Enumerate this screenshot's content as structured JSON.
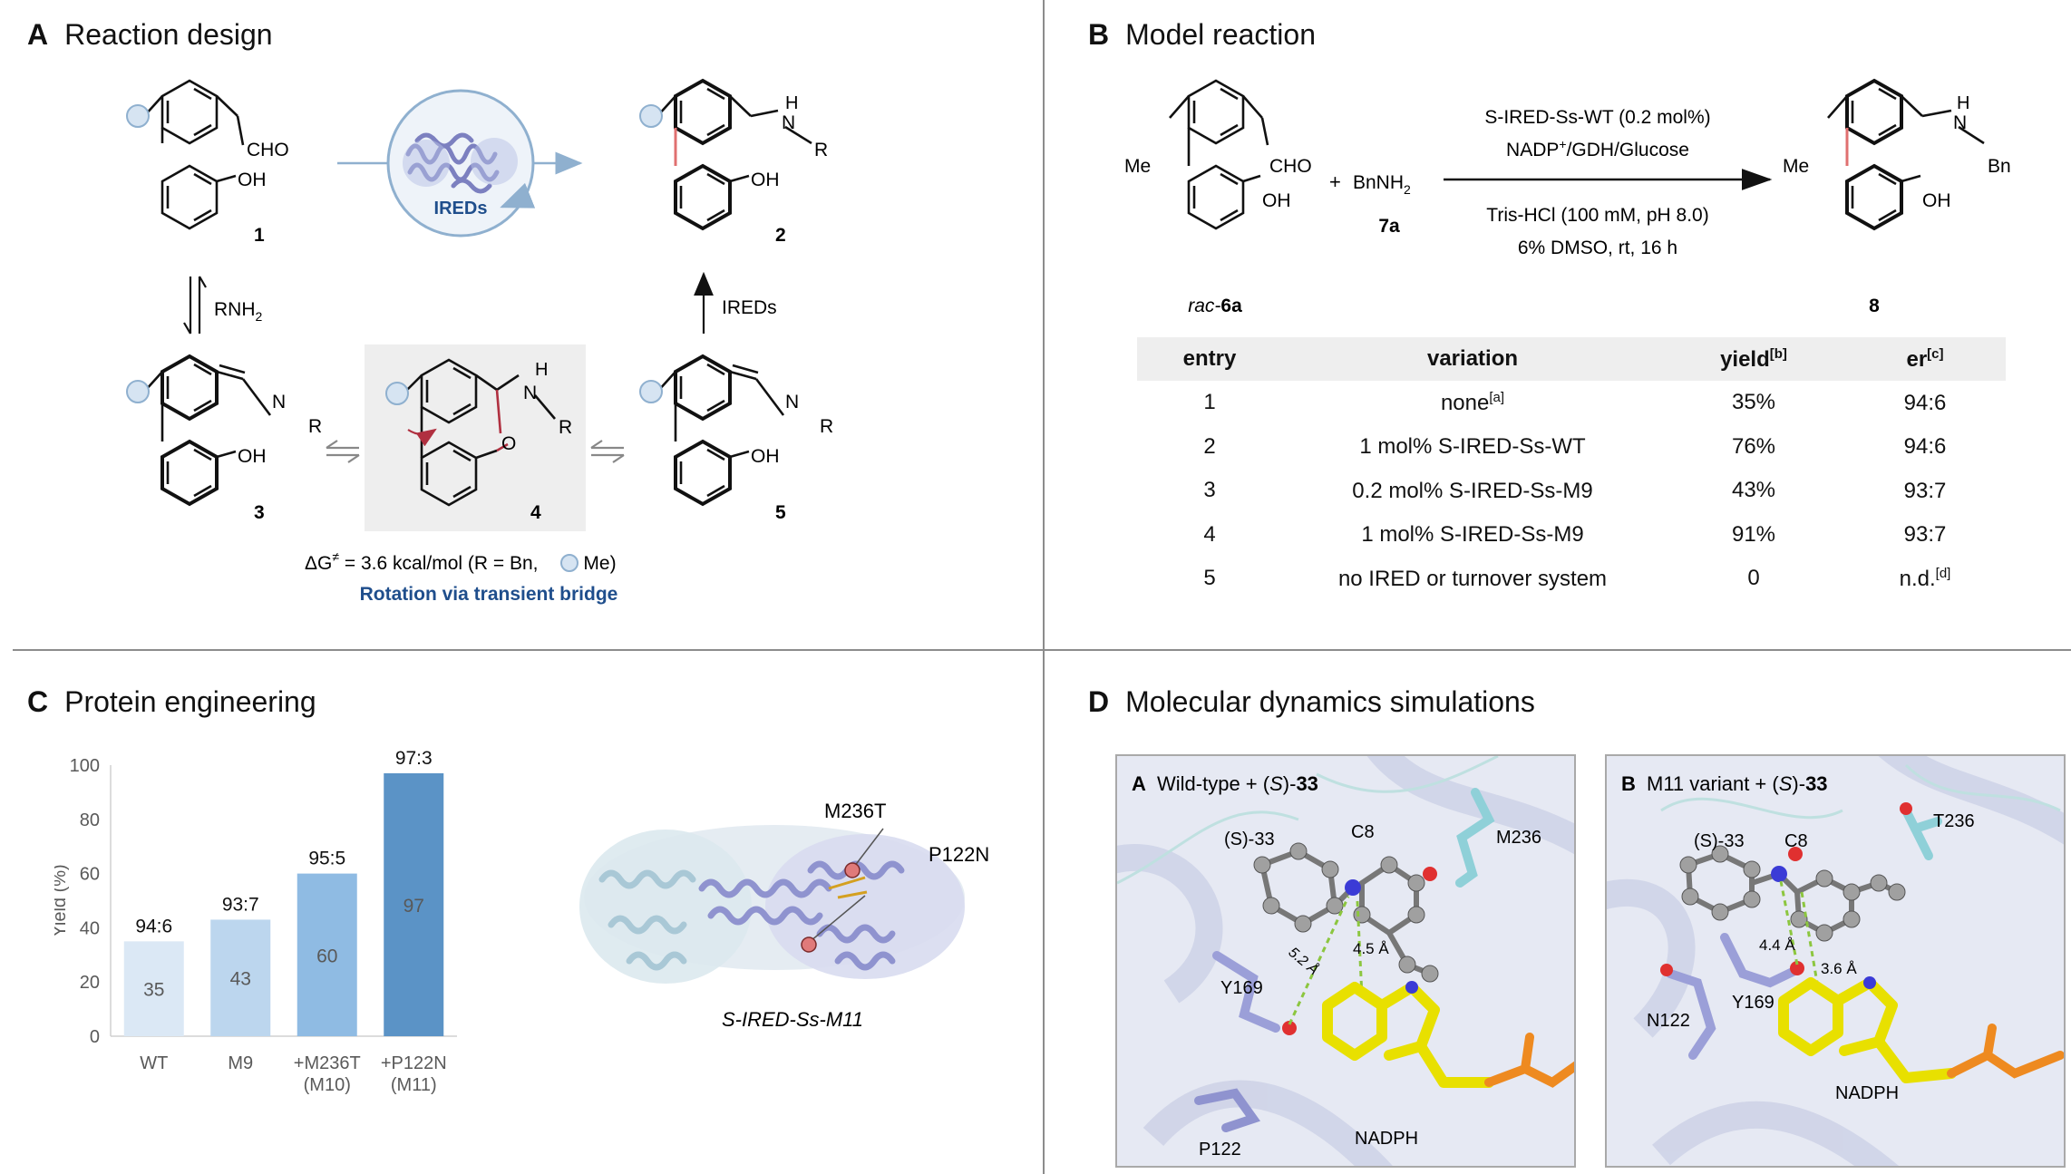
{
  "panel_a": {
    "letter": "A",
    "title": "Reaction design",
    "cho": "CHO",
    "oh": "OH",
    "n": "N",
    "r": "R",
    "h": "H",
    "o": "O",
    "ireds_label": "IREDs",
    "rnh2": "RNH",
    "rnh2_sub": "2",
    "ireds_arrow": "IREDs",
    "c1": "1",
    "c2": "2",
    "c3": "3",
    "c4": "4",
    "c5": "5",
    "dg_label": "ΔG",
    "dg_sup": "≠",
    "dg_value": " = 3.6 kcal/mol  (R = Bn, ",
    "dg_tail": " = Me)",
    "rotation": "Rotation via transient bridge"
  },
  "panel_b": {
    "letter": "B",
    "title": "Model reaction",
    "me": "Me",
    "cho": "CHO",
    "oh": "OH",
    "plus": "+",
    "reagent": "BnNH",
    "reagent_sub": "2",
    "reagent_num": "7a",
    "cond_line1": "S-IRED-Ss-WT (0.2 mol%)",
    "cond_line2_a": "NADP",
    "cond_line2_sup": "+",
    "cond_line2_b": "/GDH/Glucose",
    "cond_line3": "Tris-HCl (100 mM, pH 8.0)",
    "cond_line4": "6% DMSO, rt, 16 h",
    "sm_prefix": "rac-",
    "sm_num": "6a",
    "product_num": "8",
    "h": "H",
    "n": "N",
    "bn": "Bn",
    "table": {
      "headers": [
        "entry",
        "variation",
        "yield",
        "er"
      ],
      "header_sups": [
        "",
        "",
        "[b]",
        "[c]"
      ],
      "rows": [
        {
          "entry": "1",
          "variation": "none",
          "variation_sup": "[a]",
          "yield": "35%",
          "er": "94:6",
          "er_sup": ""
        },
        {
          "entry": "2",
          "variation": "1 mol% S-IRED-Ss-WT",
          "variation_sup": "",
          "yield": "76%",
          "er": "94:6",
          "er_sup": ""
        },
        {
          "entry": "3",
          "variation": "0.2 mol% S-IRED-Ss-M9",
          "variation_sup": "",
          "yield": "43%",
          "er": "93:7",
          "er_sup": ""
        },
        {
          "entry": "4",
          "variation": "1 mol% S-IRED-Ss-M9",
          "variation_sup": "",
          "yield": "91%",
          "er": "93:7",
          "er_sup": ""
        },
        {
          "entry": "5",
          "variation": "no IRED or turnover system",
          "variation_sup": "",
          "yield": "0",
          "er": "n.d.",
          "er_sup": "[d]"
        }
      ]
    }
  },
  "panel_c": {
    "letter": "C",
    "title": "Protein engineering",
    "protein_label": "S-IRED-Ss-M11",
    "mutation_1": "M236T",
    "mutation_2": "P122N"
  },
  "panel_d": {
    "letter": "D",
    "title": "Molecular dynamics simulations",
    "left": {
      "letter": "A",
      "title_prefix": "Wild-type + (",
      "title_s": "S",
      "title_mid": ")-",
      "title_num": "33",
      "ligand_label": "(S)-33",
      "c8": "C8",
      "m236": "M236",
      "d1": "5.2 Å",
      "d2": "4.5 Å",
      "y169": "Y169",
      "p122": "P122",
      "nadph": "NADPH"
    },
    "right": {
      "letter": "B",
      "title_prefix": "M11 variant + (",
      "title_s": "S",
      "title_mid": ")-",
      "title_num": "33",
      "ligand_label": "(S)-33",
      "c8": "C8",
      "t236": "T236",
      "d1": "4.4 Å",
      "d2": "3.6 Å",
      "y169": "Y169",
      "n122": "N122",
      "nadph": "NADPH"
    }
  },
  "chart_data": {
    "type": "bar",
    "categories": [
      "WT",
      "M9",
      "+M236T\n(M10)",
      "+P122N\n(M11)"
    ],
    "category_lines": [
      [
        "WT",
        ""
      ],
      [
        "M9",
        ""
      ],
      [
        "+M236T",
        "(M10)"
      ],
      [
        "+P122N",
        "(M11)"
      ]
    ],
    "values": [
      35,
      43,
      60,
      97
    ],
    "value_labels": [
      "35",
      "43",
      "60",
      "97"
    ],
    "er_labels": [
      "94:6",
      "93:7",
      "95:5",
      "97:3"
    ],
    "bar_colors": [
      "#dbe8f5",
      "#bcd6ee",
      "#8fbbe3",
      "#5b93c6"
    ],
    "ylabel": "Yield (%)",
    "ylim": [
      0,
      100
    ],
    "yticks": [
      0,
      20,
      40,
      60,
      80,
      100
    ],
    "grid": false
  }
}
